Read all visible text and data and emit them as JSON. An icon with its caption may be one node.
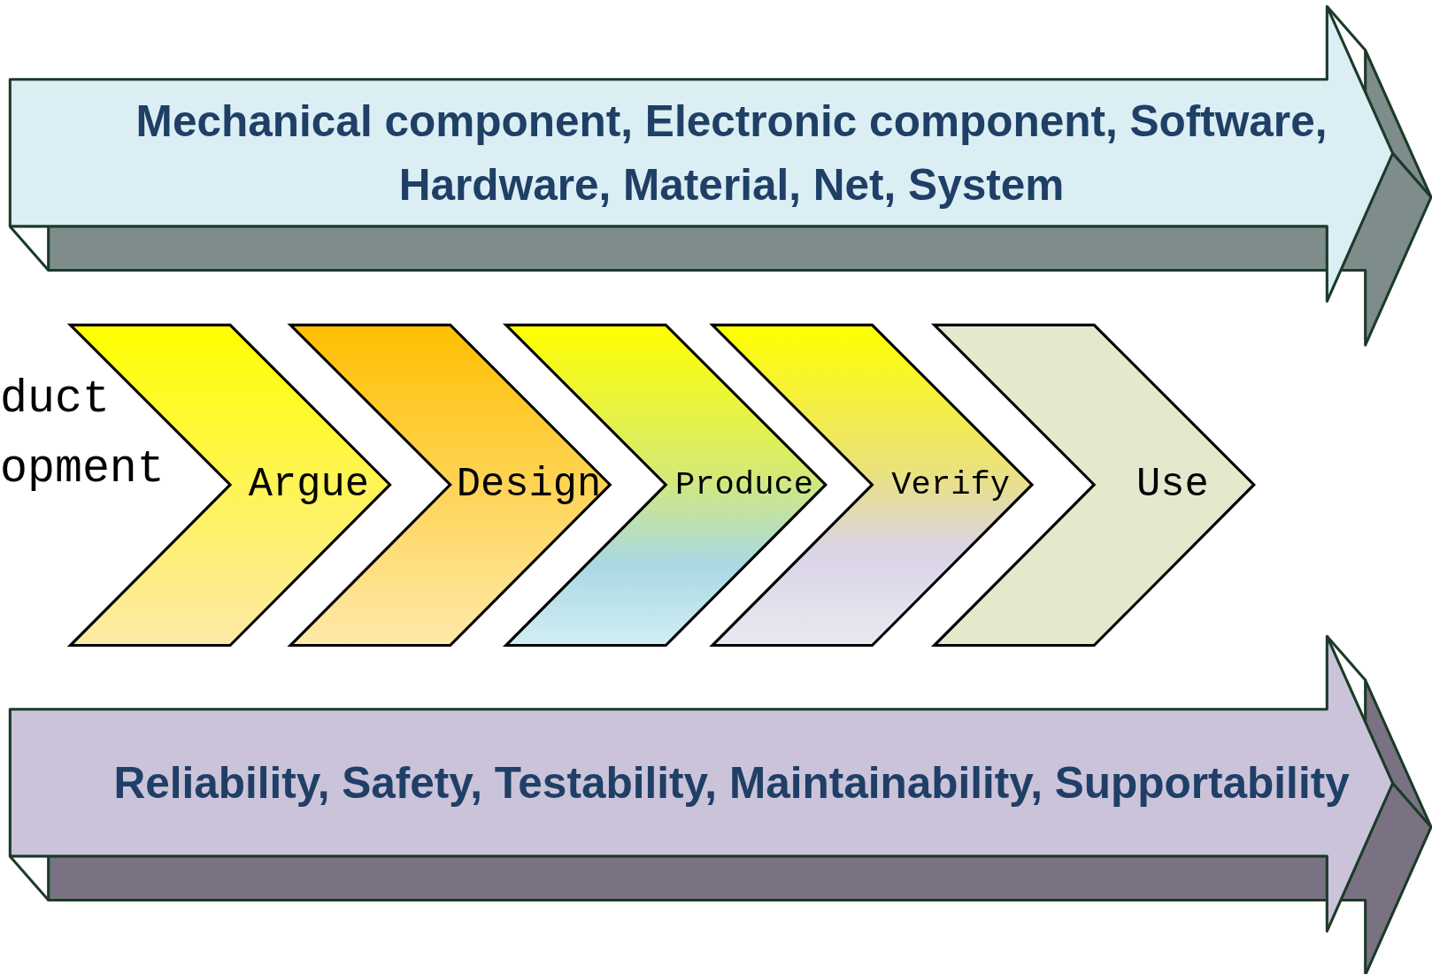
{
  "diagram": {
    "nodes": [
      {
        "text": [
          "Mechanical component, Electronic component, Software, Hardware, Material, Net, System"
        ]
      },
      {
        "text": [
          "Argue"
        ]
      },
      {
        "text": [
          "Design"
        ]
      },
      {
        "text": [
          "Produce"
        ]
      },
      {
        "text": [
          "Verify"
        ]
      },
      {
        "text": [
          "Use"
        ]
      },
      {
        "text": [
          "Reliability, Safety, Testability, Maintainability, Supportability"
        ]
      }
    ],
    "edges": [],
    "labels": [
      "duct opment"
    ]
  }
}
